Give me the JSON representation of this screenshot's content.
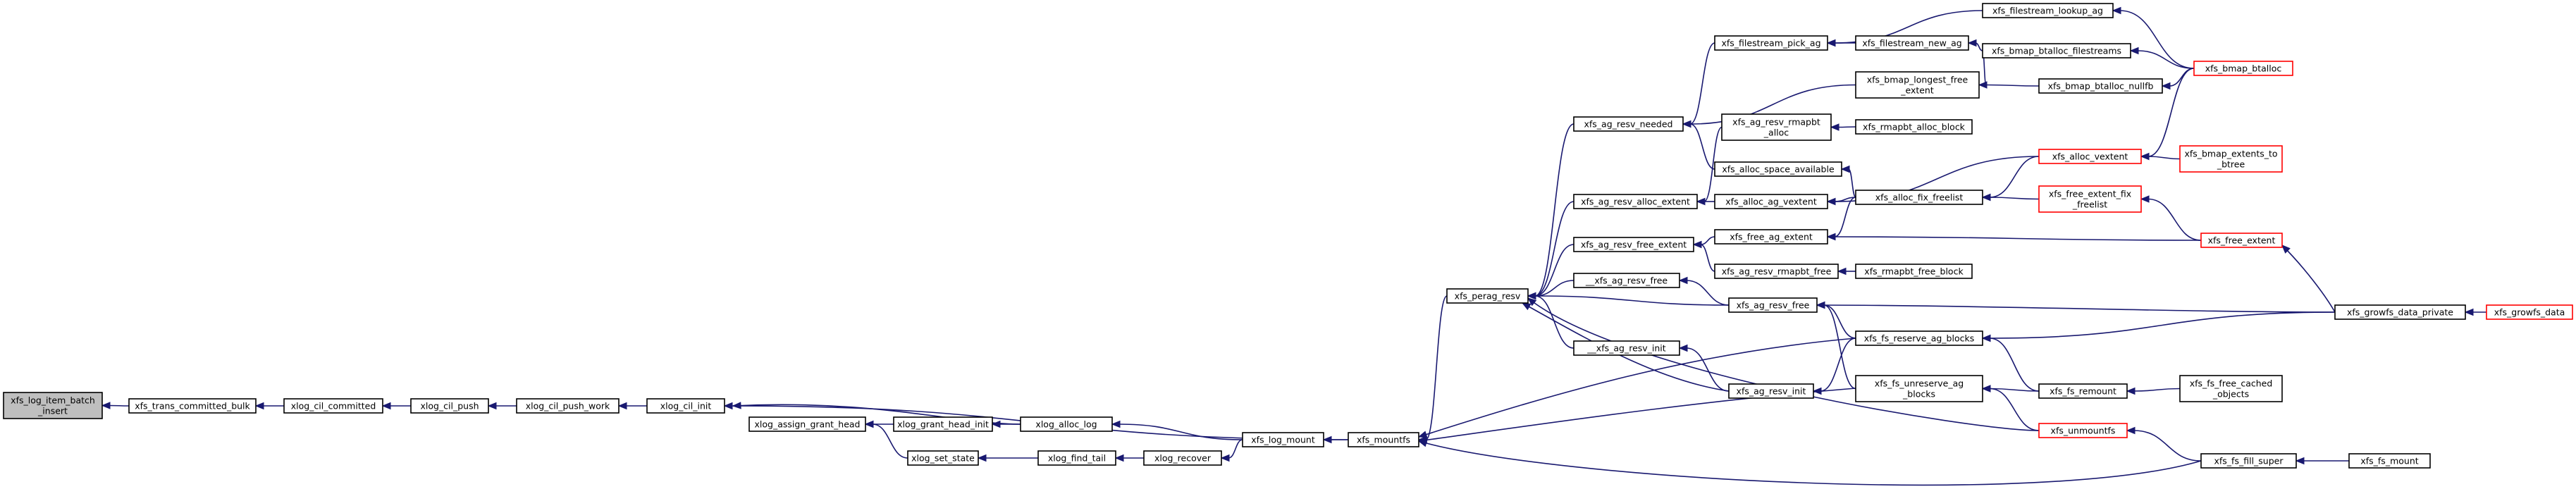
{
  "diagram": {
    "type": "call-graph",
    "direction": "right-to-left",
    "colors": {
      "edge": "#191970",
      "node_border": "#000000",
      "node_border_truncated": "#ff0000",
      "node_fill": "#ffffff",
      "root_fill": "#bfbfbf"
    },
    "nodes": [
      {
        "id": "root",
        "lines": [
          "xfs_log_item_batch",
          "_insert"
        ],
        "style": "root"
      },
      {
        "id": "tcb",
        "lines": [
          "xfs_trans_committed_bulk"
        ],
        "style": "normal"
      },
      {
        "id": "xcc",
        "lines": [
          "xlog_cil_committed"
        ],
        "style": "normal"
      },
      {
        "id": "xcp",
        "lines": [
          "xlog_cil_push"
        ],
        "style": "normal"
      },
      {
        "id": "xcpw",
        "lines": [
          "xlog_cil_push_work"
        ],
        "style": "normal"
      },
      {
        "id": "xci",
        "lines": [
          "xlog_cil_init"
        ],
        "style": "normal"
      },
      {
        "id": "xagh",
        "lines": [
          "xlog_assign_grant_head"
        ],
        "style": "normal"
      },
      {
        "id": "xghi",
        "lines": [
          "xlog_grant_head_init"
        ],
        "style": "normal"
      },
      {
        "id": "xss",
        "lines": [
          "xlog_set_state"
        ],
        "style": "normal"
      },
      {
        "id": "xal",
        "lines": [
          "xlog_alloc_log"
        ],
        "style": "normal"
      },
      {
        "id": "xft",
        "lines": [
          "xlog_find_tail"
        ],
        "style": "normal"
      },
      {
        "id": "xrec",
        "lines": [
          "xlog_recover"
        ],
        "style": "normal"
      },
      {
        "id": "xlm",
        "lines": [
          "xfs_log_mount"
        ],
        "style": "normal"
      },
      {
        "id": "xmfs",
        "lines": [
          "xfs_mountfs"
        ],
        "style": "normal"
      },
      {
        "id": "pres",
        "lines": [
          "xfs_perag_resv"
        ],
        "style": "normal"
      },
      {
        "id": "arn",
        "lines": [
          "xfs_ag_resv_needed"
        ],
        "style": "normal"
      },
      {
        "id": "arae",
        "lines": [
          "xfs_ag_resv_alloc_extent"
        ],
        "style": "normal"
      },
      {
        "id": "arfe",
        "lines": [
          "xfs_ag_resv_free_extent"
        ],
        "style": "normal"
      },
      {
        "id": "_arf",
        "lines": [
          "__xfs_ag_resv_free"
        ],
        "style": "normal"
      },
      {
        "id": "_ari",
        "lines": [
          "__xfs_ag_resv_init"
        ],
        "style": "normal"
      },
      {
        "id": "fpa",
        "lines": [
          "xfs_filestream_pick_ag"
        ],
        "style": "normal"
      },
      {
        "id": "arra",
        "lines": [
          "xfs_ag_resv_rmapbt",
          "_alloc"
        ],
        "style": "normal"
      },
      {
        "id": "asa",
        "lines": [
          "xfs_alloc_space_available"
        ],
        "style": "normal"
      },
      {
        "id": "aav",
        "lines": [
          "xfs_alloc_ag_vextent"
        ],
        "style": "normal"
      },
      {
        "id": "fae",
        "lines": [
          "xfs_free_ag_extent"
        ],
        "style": "normal"
      },
      {
        "id": "arrf",
        "lines": [
          "xfs_ag_resv_rmapbt_free"
        ],
        "style": "normal"
      },
      {
        "id": "arf",
        "lines": [
          "xfs_ag_resv_free"
        ],
        "style": "normal"
      },
      {
        "id": "ari",
        "lines": [
          "xfs_ag_resv_init"
        ],
        "style": "normal"
      },
      {
        "id": "fla",
        "lines": [
          "xfs_filestream_lookup_ag"
        ],
        "style": "normal"
      },
      {
        "id": "fna",
        "lines": [
          "xfs_filestream_new_ag"
        ],
        "style": "normal"
      },
      {
        "id": "blfe",
        "lines": [
          "xfs_bmap_longest_free",
          "_extent"
        ],
        "style": "normal"
      },
      {
        "id": "rab",
        "lines": [
          "xfs_rmapbt_alloc_block"
        ],
        "style": "normal"
      },
      {
        "id": "afl",
        "lines": [
          "xfs_alloc_fix_freelist"
        ],
        "style": "normal"
      },
      {
        "id": "rfb",
        "lines": [
          "xfs_rmapbt_free_block"
        ],
        "style": "normal"
      },
      {
        "id": "frab",
        "lines": [
          "xfs_fs_reserve_ag_blocks"
        ],
        "style": "normal"
      },
      {
        "id": "fuab",
        "lines": [
          "xfs_fs_unreserve_ag",
          "_blocks"
        ],
        "style": "normal"
      },
      {
        "id": "bbf",
        "lines": [
          "xfs_bmap_btalloc_filestreams"
        ],
        "style": "normal"
      },
      {
        "id": "bbn",
        "lines": [
          "xfs_bmap_btalloc_nullfb"
        ],
        "style": "normal"
      },
      {
        "id": "av",
        "lines": [
          "xfs_alloc_vextent"
        ],
        "style": "truncated"
      },
      {
        "id": "fefl",
        "lines": [
          "xfs_free_extent_fix",
          "_freelist"
        ],
        "style": "truncated"
      },
      {
        "id": "unm",
        "lines": [
          "xfs_unmountfs"
        ],
        "style": "truncated"
      },
      {
        "id": "fsr",
        "lines": [
          "xfs_fs_remount"
        ],
        "style": "normal"
      },
      {
        "id": "bba",
        "lines": [
          "xfs_bmap_btalloc"
        ],
        "style": "truncated"
      },
      {
        "id": "bet",
        "lines": [
          "xfs_bmap_extents_to",
          "_btree"
        ],
        "style": "truncated"
      },
      {
        "id": "fe",
        "lines": [
          "xfs_free_extent"
        ],
        "style": "truncated"
      },
      {
        "id": "gdp",
        "lines": [
          "xfs_growfs_data_private"
        ],
        "style": "normal"
      },
      {
        "id": "ffco",
        "lines": [
          "xfs_fs_free_cached",
          "_objects"
        ],
        "style": "normal"
      },
      {
        "id": "ffs",
        "lines": [
          "xfs_fs_fill_super"
        ],
        "style": "normal"
      },
      {
        "id": "gd",
        "lines": [
          "xfs_growfs_data"
        ],
        "style": "truncated"
      },
      {
        "id": "fm",
        "lines": [
          "xfs_fs_mount"
        ],
        "style": "normal"
      }
    ],
    "edges": [
      [
        "tcb",
        "root"
      ],
      [
        "xcc",
        "tcb"
      ],
      [
        "xcp",
        "xcc"
      ],
      [
        "xcpw",
        "xcp"
      ],
      [
        "xci",
        "xcpw"
      ],
      [
        "xal",
        "xci"
      ],
      [
        "xmfs",
        "xci"
      ],
      [
        "xghi",
        "xagh"
      ],
      [
        "xss",
        "xagh"
      ],
      [
        "xal",
        "xghi"
      ],
      [
        "xft",
        "xss"
      ],
      [
        "xlm",
        "xal"
      ],
      [
        "xrec",
        "xft"
      ],
      [
        "xlm",
        "xrec"
      ],
      [
        "xmfs",
        "xlm"
      ],
      [
        "pres",
        "xmfs"
      ],
      [
        "arn",
        "pres"
      ],
      [
        "arae",
        "pres"
      ],
      [
        "arfe",
        "pres"
      ],
      [
        "_arf",
        "pres"
      ],
      [
        "_ari",
        "pres"
      ],
      [
        "arf",
        "pres"
      ],
      [
        "ari",
        "pres"
      ],
      [
        "unm",
        "pres"
      ],
      [
        "fpa",
        "arn"
      ],
      [
        "blfe",
        "arn"
      ],
      [
        "asa",
        "arn"
      ],
      [
        "arra",
        "arae"
      ],
      [
        "aav",
        "arae"
      ],
      [
        "fae",
        "arfe"
      ],
      [
        "arrf",
        "arfe"
      ],
      [
        "arf",
        "_arf"
      ],
      [
        "ari",
        "_ari"
      ],
      [
        "fla",
        "fpa"
      ],
      [
        "fna",
        "fpa"
      ],
      [
        "rab",
        "arra"
      ],
      [
        "afl",
        "asa"
      ],
      [
        "afl",
        "aav"
      ],
      [
        "av",
        "aav"
      ],
      [
        "afl",
        "fae"
      ],
      [
        "fe",
        "fae"
      ],
      [
        "rfb",
        "arrf"
      ],
      [
        "frab",
        "arf"
      ],
      [
        "fuab",
        "arf"
      ],
      [
        "gdp",
        "arf"
      ],
      [
        "frab",
        "ari"
      ],
      [
        "bba",
        "fla"
      ],
      [
        "bbf",
        "fna"
      ],
      [
        "bbf",
        "blfe"
      ],
      [
        "bbn",
        "blfe"
      ],
      [
        "av",
        "afl"
      ],
      [
        "fefl",
        "afl"
      ],
      [
        "gdp",
        "frab"
      ],
      [
        "fsr",
        "frab"
      ],
      [
        "frab",
        "xmfs"
      ],
      [
        "fsr",
        "fuab"
      ],
      [
        "unm",
        "fuab"
      ],
      [
        "fuab",
        "xmfs"
      ],
      [
        "bba",
        "bbf"
      ],
      [
        "bba",
        "bbn"
      ],
      [
        "bba",
        "av"
      ],
      [
        "bet",
        "av"
      ],
      [
        "fe",
        "fefl"
      ],
      [
        "gdp",
        "fe"
      ],
      [
        "ffs",
        "unm"
      ],
      [
        "ffco",
        "fsr"
      ],
      [
        "ffs",
        "xmfs"
      ],
      [
        "gd",
        "gdp"
      ],
      [
        "fm",
        "ffs"
      ]
    ]
  }
}
